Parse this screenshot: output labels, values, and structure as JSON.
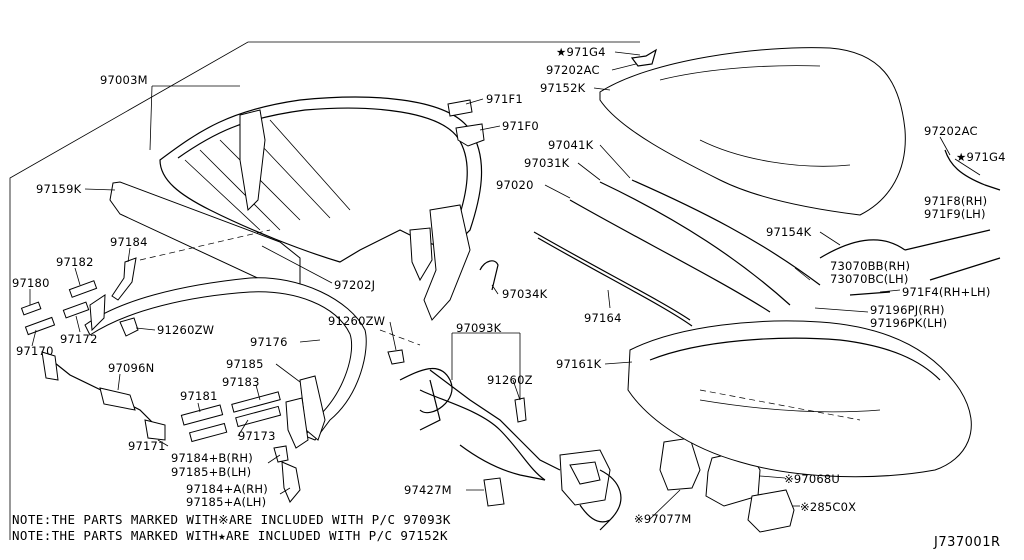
{
  "diagram": {
    "code": "J737001R",
    "notes": [
      "NOTE:THE PARTS MARKED WITH※ARE INCLUDED WITH P/C 97093K",
      "NOTE:THE PARTS MARKED WITH★ARE INCLUDED WITH P/C 97152K"
    ],
    "labels": [
      "97003M",
      "97159K",
      "97184",
      "97182",
      "97180",
      "97172",
      "97170",
      "91260ZW",
      "97202J",
      "97176",
      "97096N",
      "97185",
      "97183",
      "97181",
      "97173",
      "97171",
      "97184+B(RH)",
      "97185+B(LH)",
      "97184+A(RH)",
      "97185+A(LH)",
      "91260ZW",
      "97093K",
      "91260Z",
      "97427M",
      "97034K",
      "971F1",
      "971F0",
      "★971G4",
      "97202AC",
      "97152K",
      "97041K",
      "97031K",
      "97020",
      "97164",
      "97202AC",
      "★971G4",
      "971F8(RH)",
      "971F9(LH)",
      "97154K",
      "73070BB(RH)",
      "73070BC(LH)",
      "971F4(RH+LH)",
      "97196PJ(RH)",
      "97196PK(LH)",
      "97161K",
      "※97068U",
      "※97077M",
      "※285C0X"
    ]
  }
}
